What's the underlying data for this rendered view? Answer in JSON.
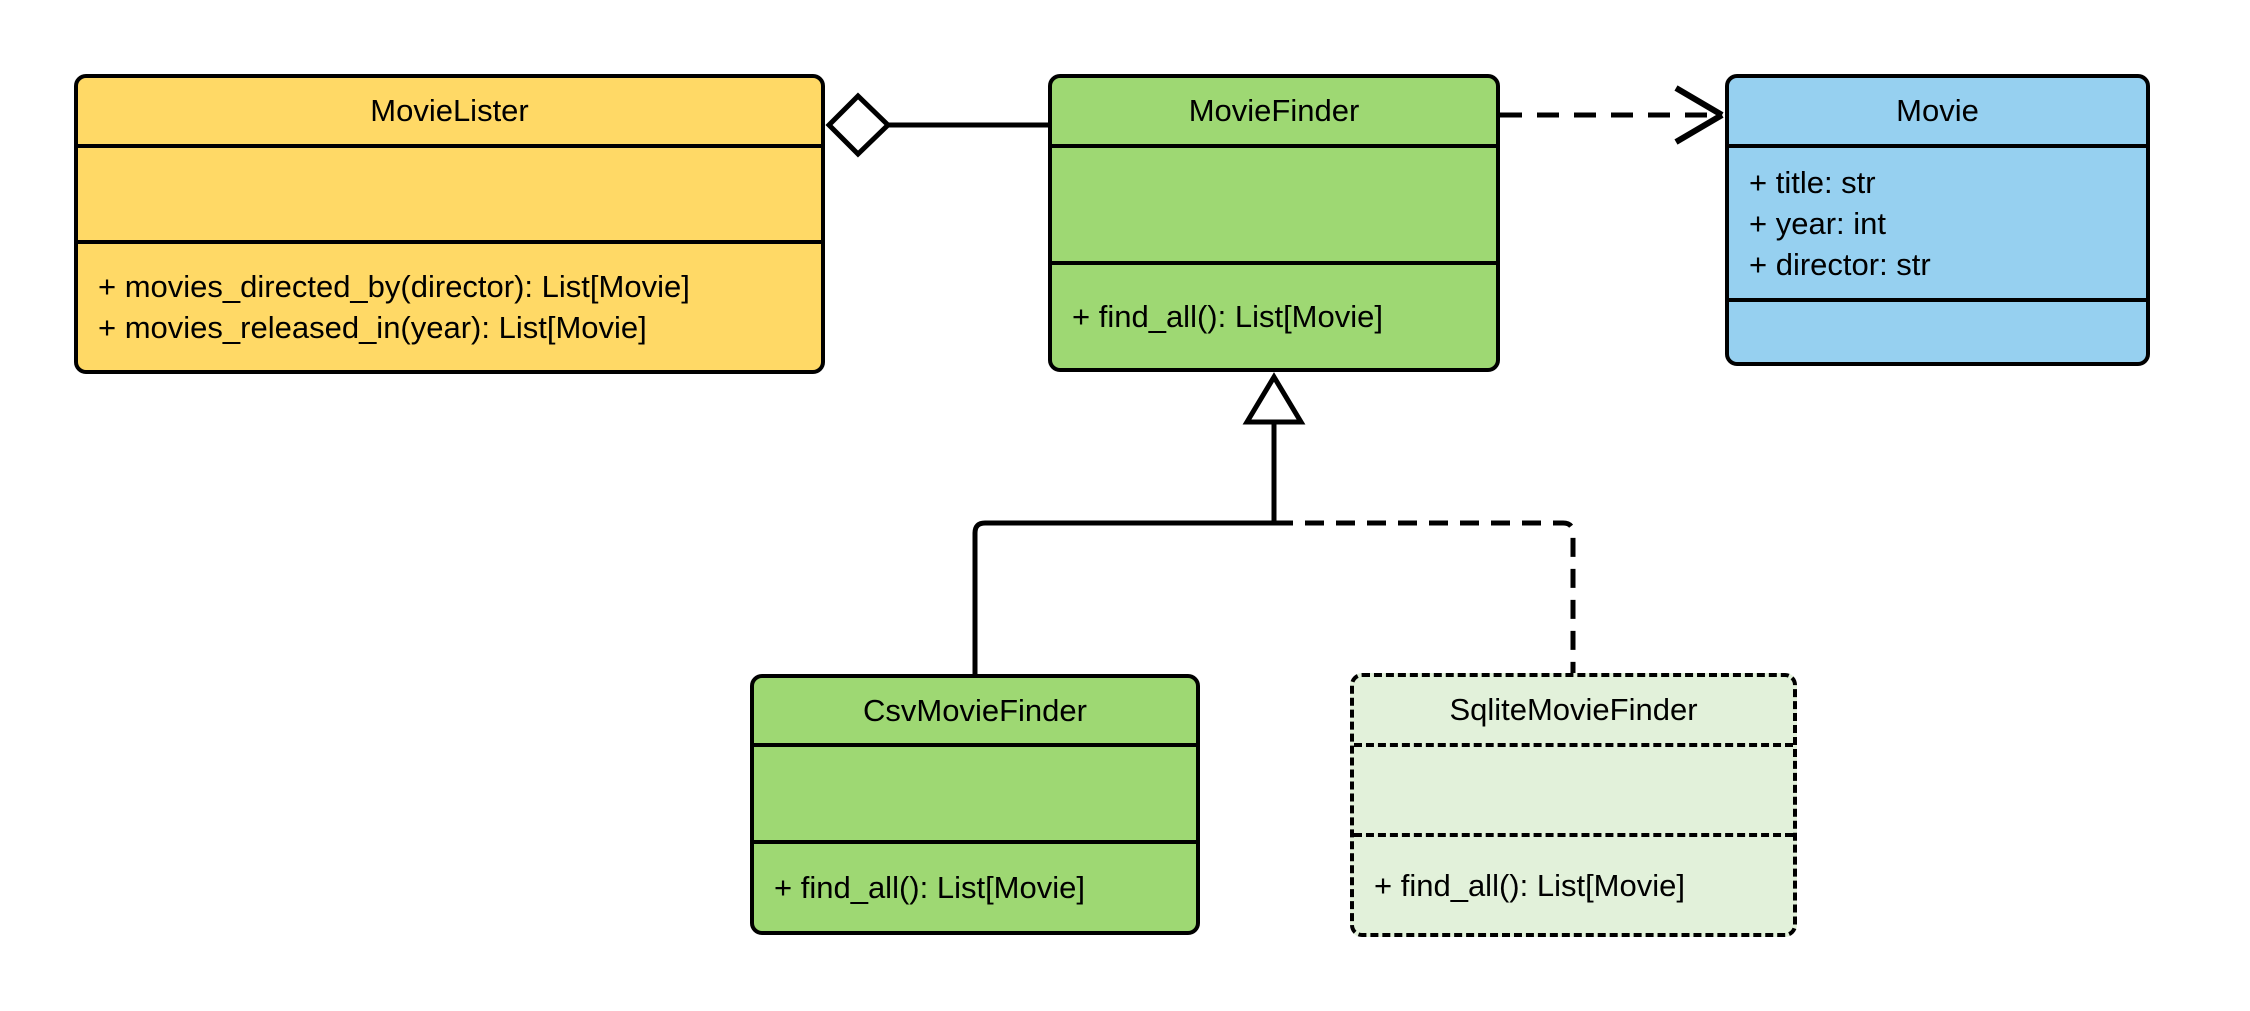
{
  "diagram": {
    "kind": "uml-class-diagram",
    "background": "#FFFFFF"
  },
  "colors": {
    "yellow_fill": "#FFD966",
    "green_fill": "#9ED873",
    "light_green_fill": "#E2F1DA",
    "blue_fill": "#96D0F0",
    "stroke": "#000000",
    "text": "#000000",
    "marker_fill": "#FFFFFF"
  },
  "classes": [
    {
      "name": "MovieLister",
      "attributes": [],
      "methods": [
        "+ movies_directed_by(director): List[Movie]",
        "+ movies_released_in(year): List[Movie]"
      ],
      "fill": "#FFD966",
      "border_style": "solid"
    },
    {
      "name": "MovieFinder",
      "attributes": [],
      "methods": [
        "+ find_all(): List[Movie]"
      ],
      "fill": "#9ED873",
      "border_style": "solid"
    },
    {
      "name": "Movie",
      "attributes": [
        "+ title: str",
        "+ year: int",
        "+ director: str"
      ],
      "methods": [],
      "fill": "#96D0F0",
      "border_style": "solid"
    },
    {
      "name": "CsvMovieFinder",
      "attributes": [],
      "methods": [
        "+ find_all(): List[Movie]"
      ],
      "fill": "#9ED873",
      "border_style": "solid"
    },
    {
      "name": "SqliteMovieFinder",
      "attributes": [],
      "methods": [
        "+ find_all(): List[Movie]"
      ],
      "fill": "#E2F1DA",
      "border_style": "dashed"
    }
  ],
  "relationships": [
    {
      "type": "aggregation",
      "from": "MovieLister",
      "to": "MovieFinder",
      "line": "solid",
      "marker": "hollow-diamond-at-MovieLister"
    },
    {
      "type": "dependency",
      "from": "MovieFinder",
      "to": "Movie",
      "line": "dashed",
      "marker": "open-arrow-at-Movie"
    },
    {
      "type": "inheritance",
      "from": "CsvMovieFinder",
      "to": "MovieFinder",
      "line": "solid",
      "marker": "hollow-triangle-at-MovieFinder"
    },
    {
      "type": "inheritance",
      "from": "SqliteMovieFinder",
      "to": "MovieFinder",
      "line": "dashed",
      "marker": "hollow-triangle-at-MovieFinder"
    }
  ]
}
